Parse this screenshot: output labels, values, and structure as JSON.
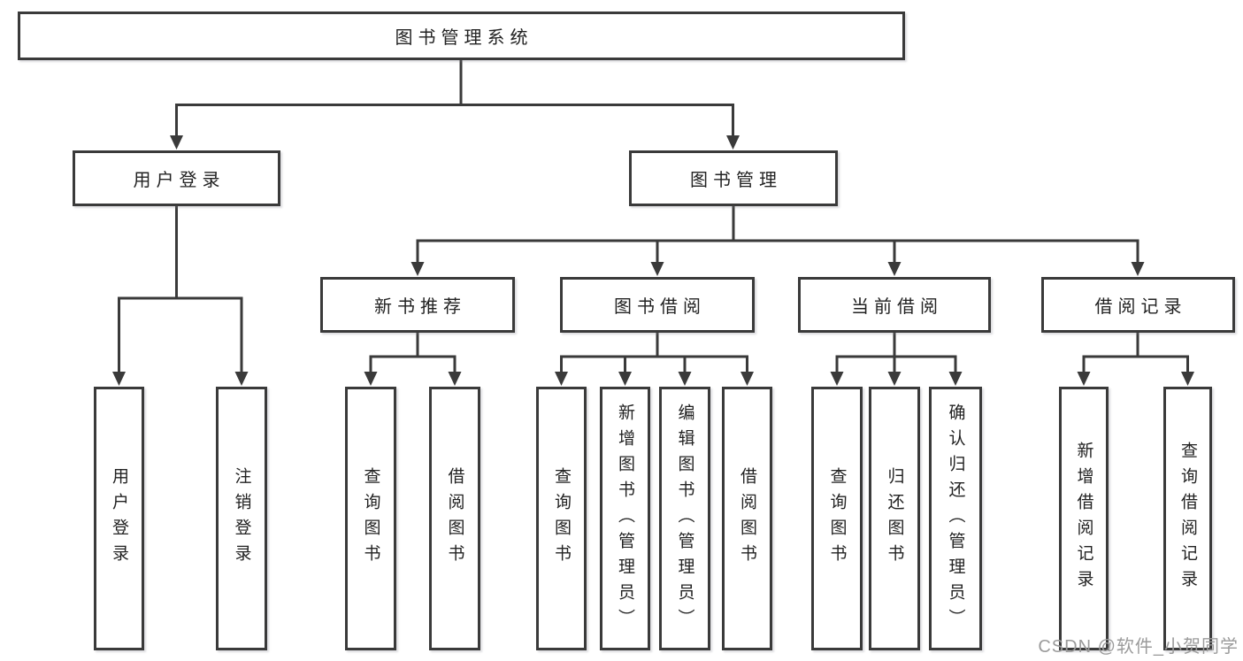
{
  "diagram": {
    "root": {
      "label": "图书管理系统"
    },
    "branches": [
      {
        "label": "用户登录",
        "children": [
          {
            "label": "用户登录"
          },
          {
            "label": "注销登录"
          }
        ]
      },
      {
        "label": "图书管理",
        "children": [
          {
            "label": "新书推荐",
            "children": [
              {
                "label": "查询图书"
              },
              {
                "label": "借阅图书"
              }
            ]
          },
          {
            "label": "图书借阅",
            "children": [
              {
                "label": "查询图书"
              },
              {
                "label": "新增图书（管理员）"
              },
              {
                "label": "编辑图书（管理员）"
              },
              {
                "label": "借阅图书"
              }
            ]
          },
          {
            "label": "当前借阅",
            "children": [
              {
                "label": "查询图书"
              },
              {
                "label": "归还图书"
              },
              {
                "label": "确认归还（管理员）"
              }
            ]
          },
          {
            "label": "借阅记录",
            "children": [
              {
                "label": "新增借阅记录"
              },
              {
                "label": "查询借阅记录"
              }
            ]
          }
        ]
      }
    ]
  },
  "watermark": {
    "text": "CSDN @软件_小贺同学"
  },
  "colors": {
    "line": "#3a3a3a",
    "box_border": "#3a3a3a",
    "text": "#222222",
    "watermark": "#9b9b9b",
    "background": "#ffffff"
  }
}
